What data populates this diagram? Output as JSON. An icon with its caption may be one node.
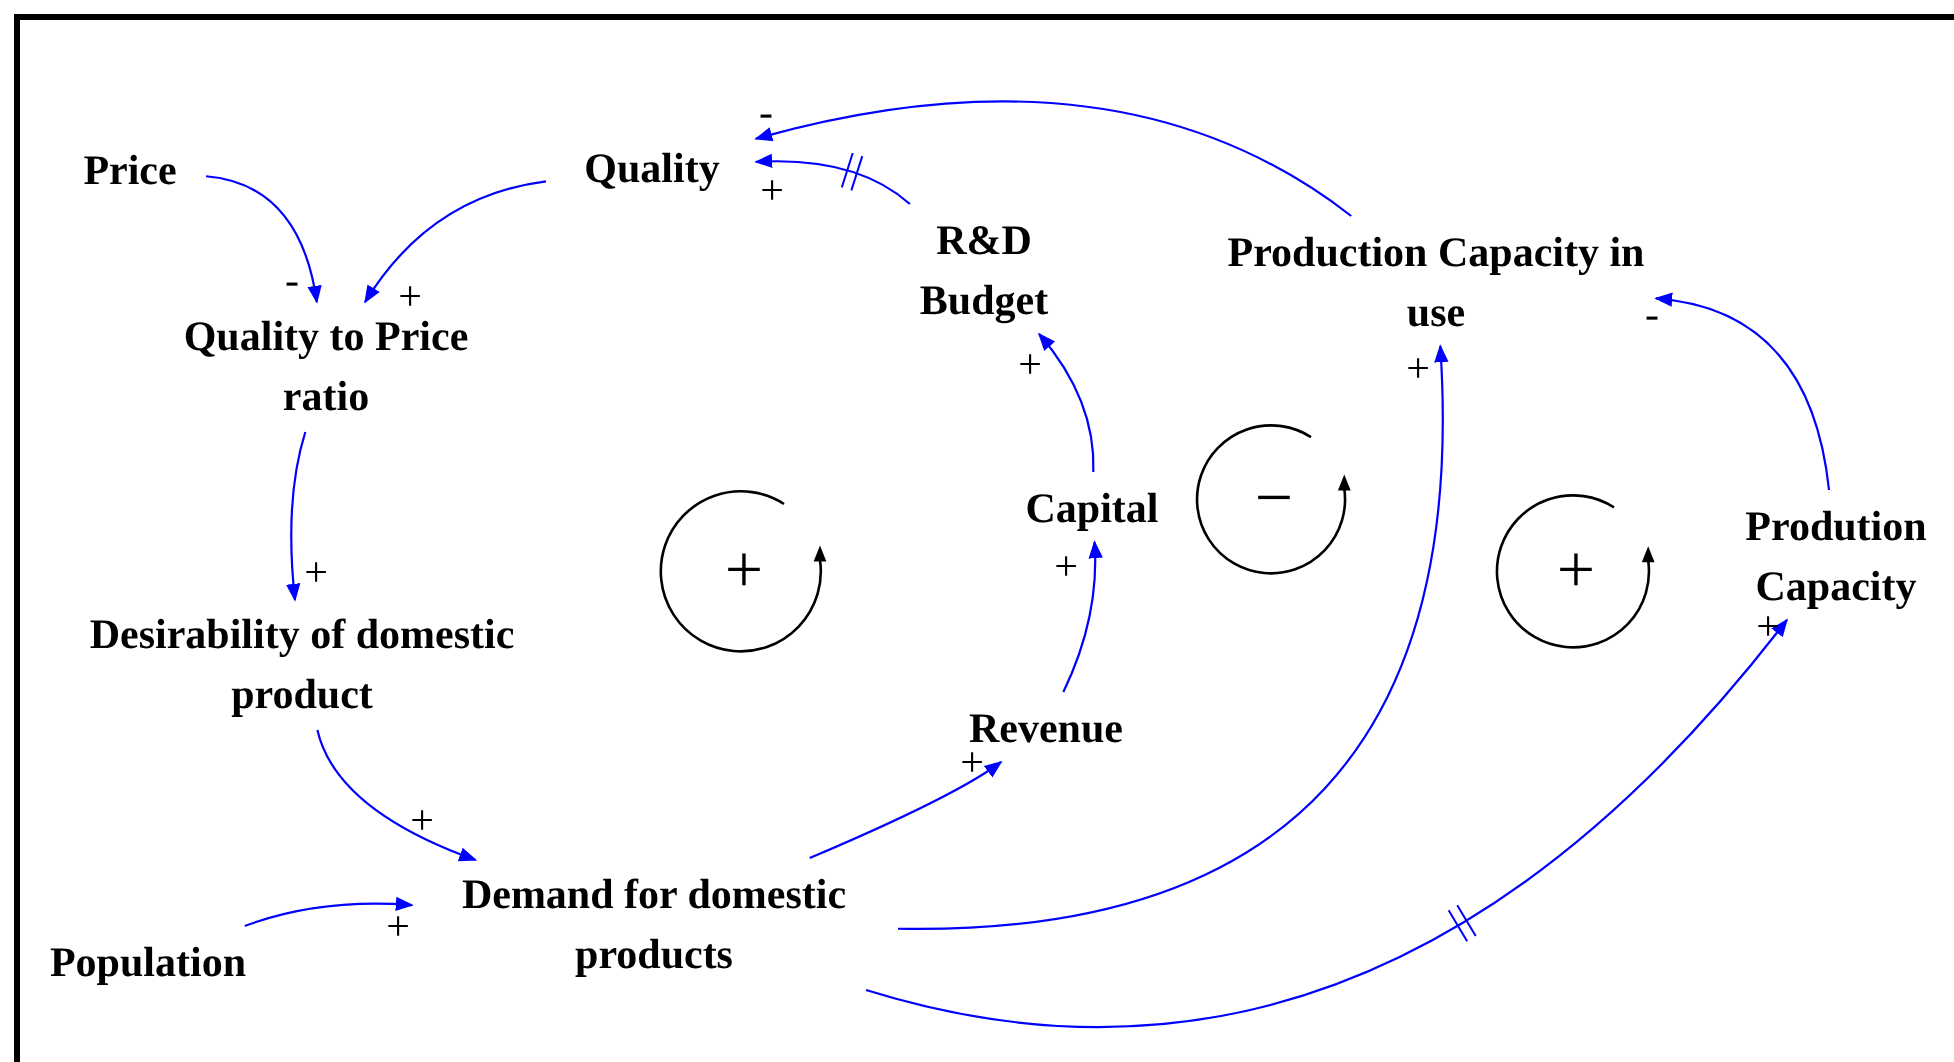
{
  "diagram": {
    "nodes": [
      {
        "text": [
          "Price"
        ]
      },
      {
        "text": [
          "Quality"
        ]
      },
      {
        "text": [
          "Quality to Price ratio"
        ]
      },
      {
        "text": [
          "R&D Budget"
        ]
      },
      {
        "text": [
          "Production Capacity in use"
        ]
      },
      {
        "text": [
          "Capital"
        ]
      },
      {
        "text": [
          "Desirability of domestic product"
        ]
      },
      {
        "text": [
          "Prodution Capacity"
        ]
      },
      {
        "text": [
          "Revenue"
        ]
      },
      {
        "text": [
          "Population"
        ]
      },
      {
        "text": [
          "Demand for domestic products"
        ]
      }
    ],
    "edges": [
      {
        "from": 0,
        "to": 2,
        "arrow": "to",
        "label": "-"
      },
      {
        "from": 1,
        "to": 2,
        "arrow": "to",
        "label": "+"
      },
      {
        "from": 2,
        "to": 6,
        "arrow": "to",
        "label": "+"
      },
      {
        "from": 6,
        "to": 10,
        "arrow": "to",
        "label": "+"
      },
      {
        "from": 9,
        "to": 10,
        "arrow": "to",
        "label": "+"
      },
      {
        "from": 10,
        "to": 8,
        "arrow": "to",
        "label": "+"
      },
      {
        "from": 8,
        "to": 5,
        "arrow": "to",
        "label": "+"
      },
      {
        "from": 5,
        "to": 3,
        "arrow": "to",
        "label": "+"
      },
      {
        "from": 3,
        "to": 1,
        "arrow": "to",
        "label": "+"
      },
      {
        "from": 4,
        "to": 1,
        "arrow": "to",
        "label": "-"
      },
      {
        "from": 10,
        "to": 4,
        "arrow": "to",
        "label": "+"
      },
      {
        "from": 10,
        "to": 7,
        "arrow": "to",
        "label": "+"
      },
      {
        "from": 7,
        "to": 4,
        "arrow": "to",
        "label": "-"
      }
    ],
    "labels": [
      "+",
      "−",
      "+"
    ]
  }
}
